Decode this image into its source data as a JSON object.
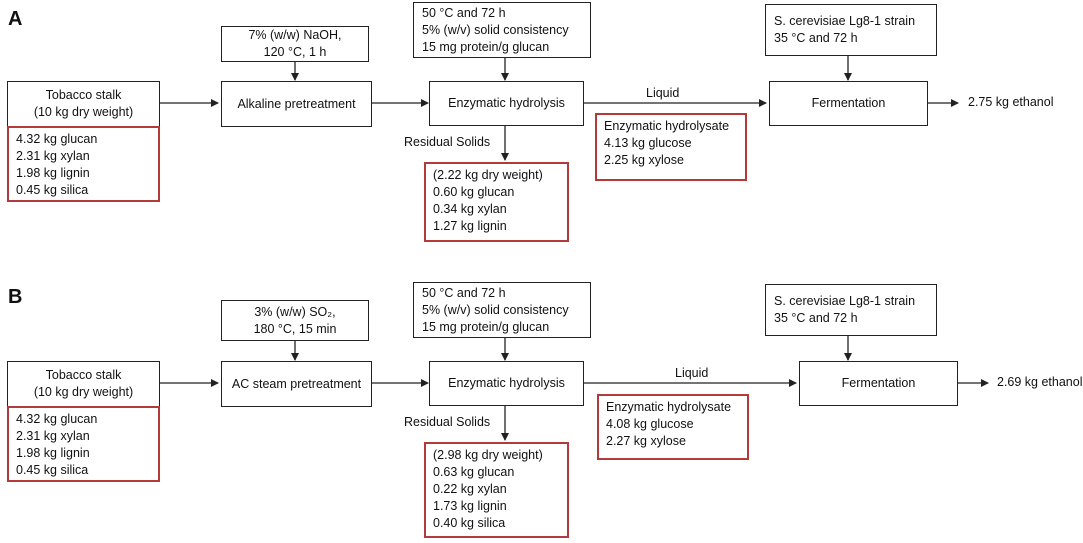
{
  "panels": [
    {
      "label": "A",
      "source": [
        "Tobacco stalk",
        "(10 kg dry weight)"
      ],
      "composition": [
        "4.32 kg glucan",
        "2.31 kg xylan",
        "1.98 kg lignin",
        "0.45 kg silica"
      ],
      "pretreatment_conditions": [
        "7% (w/w) NaOH,",
        "120 °C, 1 h"
      ],
      "pretreatment": "Alkaline pretreatment",
      "hydrolysis_conditions": [
        "50 °C and 72 h",
        "5% (w/v) solid consistency",
        "15 mg protein/g glucan"
      ],
      "hydrolysis": "Enzymatic hydrolysis",
      "liquid_label": "Liquid",
      "residual_label": "Residual Solids",
      "residual": [
        "(2.22 kg dry weight)",
        "0.60 kg glucan",
        " 0.34 kg xylan",
        "1.27 kg lignin"
      ],
      "hydrolysate": [
        "Enzymatic hydrolysate",
        "4.13 kg glucose",
        "2.25 kg xylose"
      ],
      "fermentation_conditions": [
        "S. cerevisiae Lg8-1 strain",
        "35 °C and 72 h"
      ],
      "fermentation": "Fermentation",
      "product": "2.75 kg ethanol"
    },
    {
      "label": "B",
      "source": [
        "Tobacco stalk",
        "(10 kg dry weight)"
      ],
      "composition": [
        "4.32 kg glucan",
        "2.31 kg xylan",
        "1.98 kg lignin",
        "0.45 kg silica"
      ],
      "pretreatment_conditions": [
        "3% (w/w) SO₂,",
        "180 °C, 15 min"
      ],
      "pretreatment": "AC steam pretreatment",
      "hydrolysis_conditions": [
        "50 °C and 72 h",
        "5% (w/v) solid consistency",
        "15 mg protein/g glucan"
      ],
      "hydrolysis": "Enzymatic hydrolysis",
      "liquid_label": "Liquid",
      "residual_label": "Residual Solids",
      "residual": [
        "(2.98 kg dry weight)",
        "0.63 kg glucan",
        "0.22 kg xylan",
        "1.73 kg lignin",
        "0.40 kg silica"
      ],
      "hydrolysate": [
        "Enzymatic hydrolysate",
        "4.08 kg glucose",
        "2.27 kg xylose"
      ],
      "fermentation_conditions": [
        "S. cerevisiae Lg8-1 strain",
        "35 °C and 72 h"
      ],
      "fermentation": "Fermentation",
      "product": "2.69 kg ethanol"
    }
  ]
}
